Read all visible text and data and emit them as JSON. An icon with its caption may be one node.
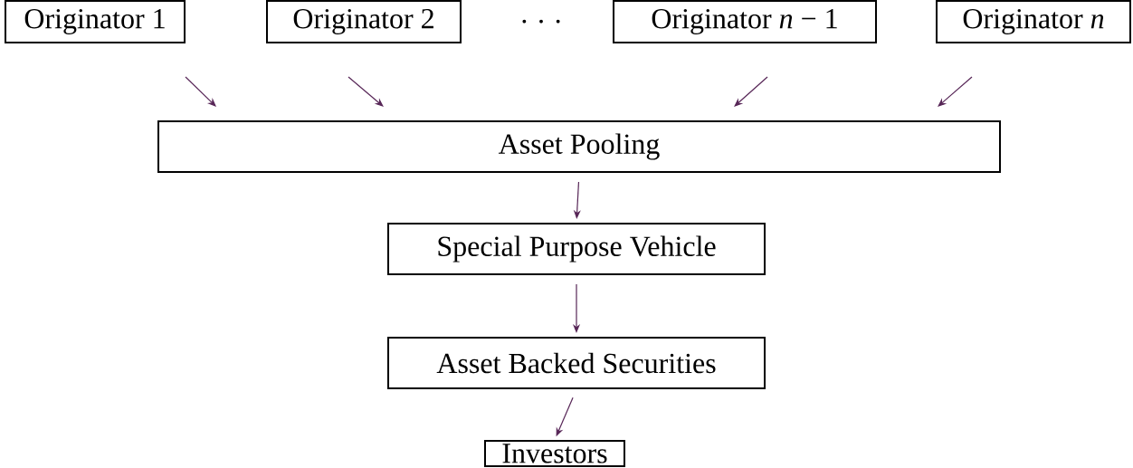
{
  "diagram": {
    "nodes": [
      {
        "text": [
          "Originator 1"
        ]
      },
      {
        "text": [
          "Originator 2"
        ]
      },
      {
        "text": [
          "Originator *n* − 1"
        ]
      },
      {
        "text": [
          "Originator *n*"
        ]
      },
      {
        "text": [
          "Asset Pooling"
        ]
      },
      {
        "text": [
          "Special Purpose Vehicle"
        ]
      },
      {
        "text": [
          "Asset Backed Securities"
        ]
      },
      {
        "text": [
          "Investors"
        ]
      }
    ],
    "edges": [
      {
        "from": 0,
        "to": 4,
        "arrow": "to"
      },
      {
        "from": 1,
        "to": 4,
        "arrow": "to"
      },
      {
        "from": 2,
        "to": 4,
        "arrow": "to"
      },
      {
        "from": 3,
        "to": 4,
        "arrow": "to"
      },
      {
        "from": 4,
        "to": 5,
        "arrow": "to"
      },
      {
        "from": 5,
        "to": 6,
        "arrow": "to"
      },
      {
        "from": 6,
        "to": 7,
        "arrow": "to"
      }
    ],
    "labels": [
      "· · ·"
    ]
  }
}
